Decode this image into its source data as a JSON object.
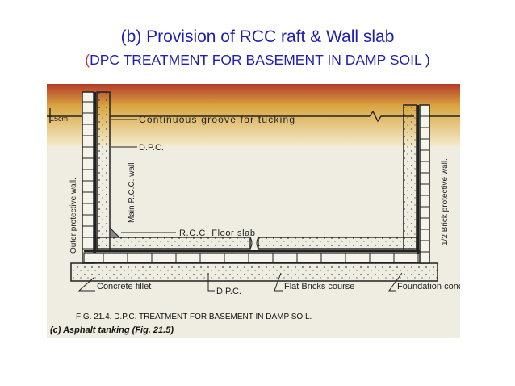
{
  "slide": {
    "title": "(b) Provision of RCC raft & Wall slab",
    "subtitle_open": "(",
    "subtitle_text": "DPC TREATMENT FOR BASEMENT IN DAMP SOIL )"
  },
  "figure": {
    "dims": {
      "left_dim": "15cm"
    },
    "labels": {
      "groove": "Continuous groove for tucking",
      "dpc_top": "D.P.C.",
      "main_wall": "Main R.C.C. wall",
      "outer_wall": "Outer protective wall.",
      "floor_slab": "R.C.C. Floor slab",
      "brick_wall": "1/2 Brick protective wall.",
      "concrete_fillet": "Concrete fillet",
      "dpc_bottom": "D.P.C.",
      "flat_bricks": "Flat Bricks course",
      "foundation": "Foundation concrete"
    },
    "caption": "FIG. 21.4. D.P.C. TREATMENT FOR BASEMENT IN DAMP SOIL.",
    "subcaption": "(c) Asphalt tanking (Fig. 21.5)"
  },
  "colors": {
    "title": "#1f1fb4",
    "paren": "#c0392b",
    "background": "#ffffff"
  }
}
